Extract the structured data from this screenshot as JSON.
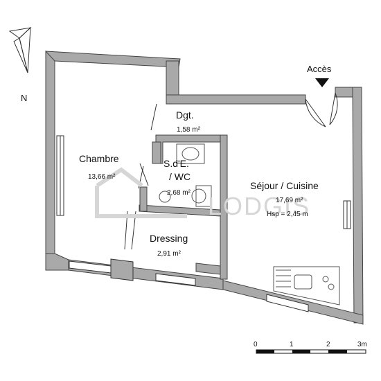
{
  "compass": {
    "label": "N"
  },
  "entrance": {
    "label": "Accès"
  },
  "rooms": {
    "chambre": {
      "name": "Chambre",
      "area": "13,66 m²"
    },
    "dgt": {
      "name": "Dgt.",
      "area": "1,58 m²"
    },
    "sde_line1": "S.d'E.",
    "sde_line2": "/ WC",
    "sde_area": "2,68 m²",
    "sejour": {
      "name": "Séjour / Cuisine",
      "area": "17,69 m²",
      "height": "Hsp = 2,45 m"
    },
    "dressing": {
      "name": "Dressing",
      "area": "2,91 m²"
    }
  },
  "watermark": {
    "text": "LODGIS"
  },
  "scale": {
    "ticks": [
      "0",
      "1",
      "2",
      "3m"
    ]
  },
  "colors": {
    "wall": "#a9a9a9",
    "wall_stroke": "#444444",
    "line": "#222222"
  },
  "icons": [
    "compass-arrow-icon",
    "entrance-arrow-icon",
    "sink-icon",
    "hob-icon",
    "washbasin-icon",
    "toilet-icon"
  ]
}
